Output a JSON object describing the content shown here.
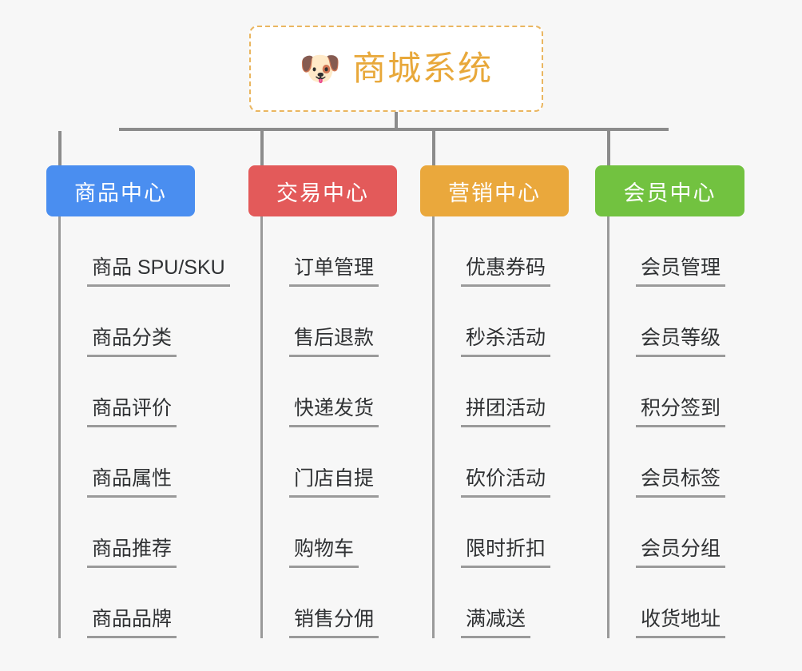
{
  "page": {
    "background_color": "#f7f7f7",
    "title": "商城系统"
  },
  "root": {
    "icon": "shiba-dog-face-icon",
    "icon_glyph": "🐶",
    "label": "商城系统",
    "text_color": "#e8a83a",
    "border_color": "#eab660",
    "background_color": "#ffffff"
  },
  "connector": {
    "color": "#8c8c8c"
  },
  "branches": [
    {
      "label": "商品中心",
      "color": "#4a8ef0",
      "items": [
        "商品 SPU/SKU",
        "商品分类",
        "商品评价",
        "商品属性",
        "商品推荐",
        "商品品牌"
      ]
    },
    {
      "label": "交易中心",
      "color": "#e35a5a",
      "items": [
        "订单管理",
        "售后退款",
        "快递发货",
        "门店自提",
        "购物车",
        "销售分佣"
      ]
    },
    {
      "label": "营销中心",
      "color": "#eaa83c",
      "items": [
        "优惠券码",
        "秒杀活动",
        "拼团活动",
        "砍价活动",
        "限时折扣",
        "满减送"
      ]
    },
    {
      "label": "会员中心",
      "color": "#72c240",
      "items": [
        "会员管理",
        "会员等级",
        "积分签到",
        "会员标签",
        "会员分组",
        "收货地址"
      ]
    }
  ]
}
